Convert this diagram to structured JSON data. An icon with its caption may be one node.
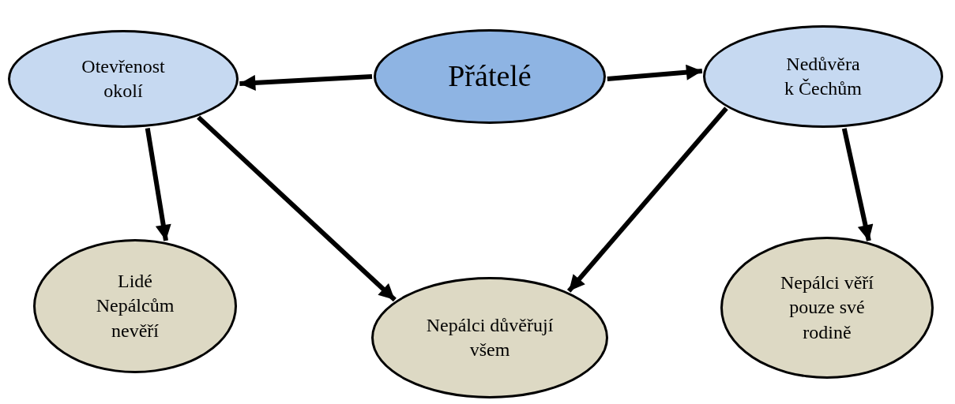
{
  "diagram": {
    "nodes": [
      {
        "text": [
          "Otevřenost okolí"
        ]
      },
      {
        "text": [
          "Přátelé"
        ]
      },
      {
        "text": [
          "Nedůvěra k Čechům"
        ]
      },
      {
        "text": [
          "Lidé Nepálcům nevěří"
        ]
      },
      {
        "text": [
          "Nepálci důvěřují všem"
        ]
      },
      {
        "text": [
          "Nepálci věří pouze své rodině"
        ]
      }
    ],
    "edges": [
      {
        "from": 1,
        "to": 0,
        "arrow": "to"
      },
      {
        "from": 1,
        "to": 2,
        "arrow": "to"
      },
      {
        "from": 0,
        "to": 3,
        "arrow": "to"
      },
      {
        "from": 0,
        "to": 4,
        "arrow": "to"
      },
      {
        "from": 2,
        "to": 4,
        "arrow": "to"
      },
      {
        "from": 2,
        "to": 5,
        "arrow": "to"
      }
    ]
  }
}
